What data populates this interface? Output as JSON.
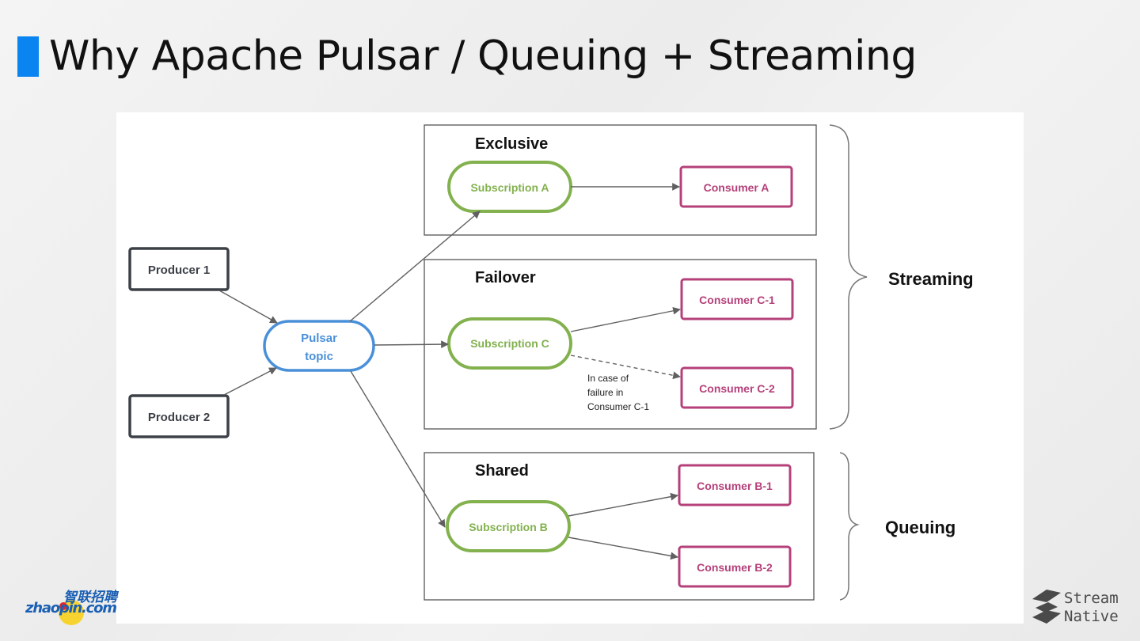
{
  "slide": {
    "title": "Why Apache Pulsar / Queuing + Streaming",
    "accent_color": "#0a84f0"
  },
  "diagram": {
    "producers": [
      {
        "label": "Producer 1"
      },
      {
        "label": "Producer 2"
      }
    ],
    "topic": {
      "line1": "Pulsar",
      "line2": "topic",
      "color": "#4a90d9"
    },
    "groups": {
      "exclusive": {
        "title": "Exclusive",
        "subscription": "Subscription A",
        "consumers": [
          "Consumer A"
        ]
      },
      "failover": {
        "title": "Failover",
        "subscription": "Subscription C",
        "consumers": [
          "Consumer C-1",
          "Consumer C-2"
        ],
        "note": [
          "In case of",
          "failure in",
          "Consumer C-1"
        ]
      },
      "shared": {
        "title": "Shared",
        "subscription": "Subscription B",
        "consumers": [
          "Consumer B-1",
          "Consumer B-2"
        ]
      }
    },
    "brackets": {
      "streaming": "Streaming",
      "queuing": "Queuing"
    },
    "colors": {
      "subscription": "#82b14e",
      "consumer": "#b5407a",
      "producer": "#3c4047",
      "arrow": "#606060"
    }
  },
  "footer": {
    "left_logo": {
      "latin": "zhaopin.com",
      "cjk": "智联招聘"
    },
    "right_logo": {
      "line1": "Stream",
      "line2": "Native"
    }
  }
}
